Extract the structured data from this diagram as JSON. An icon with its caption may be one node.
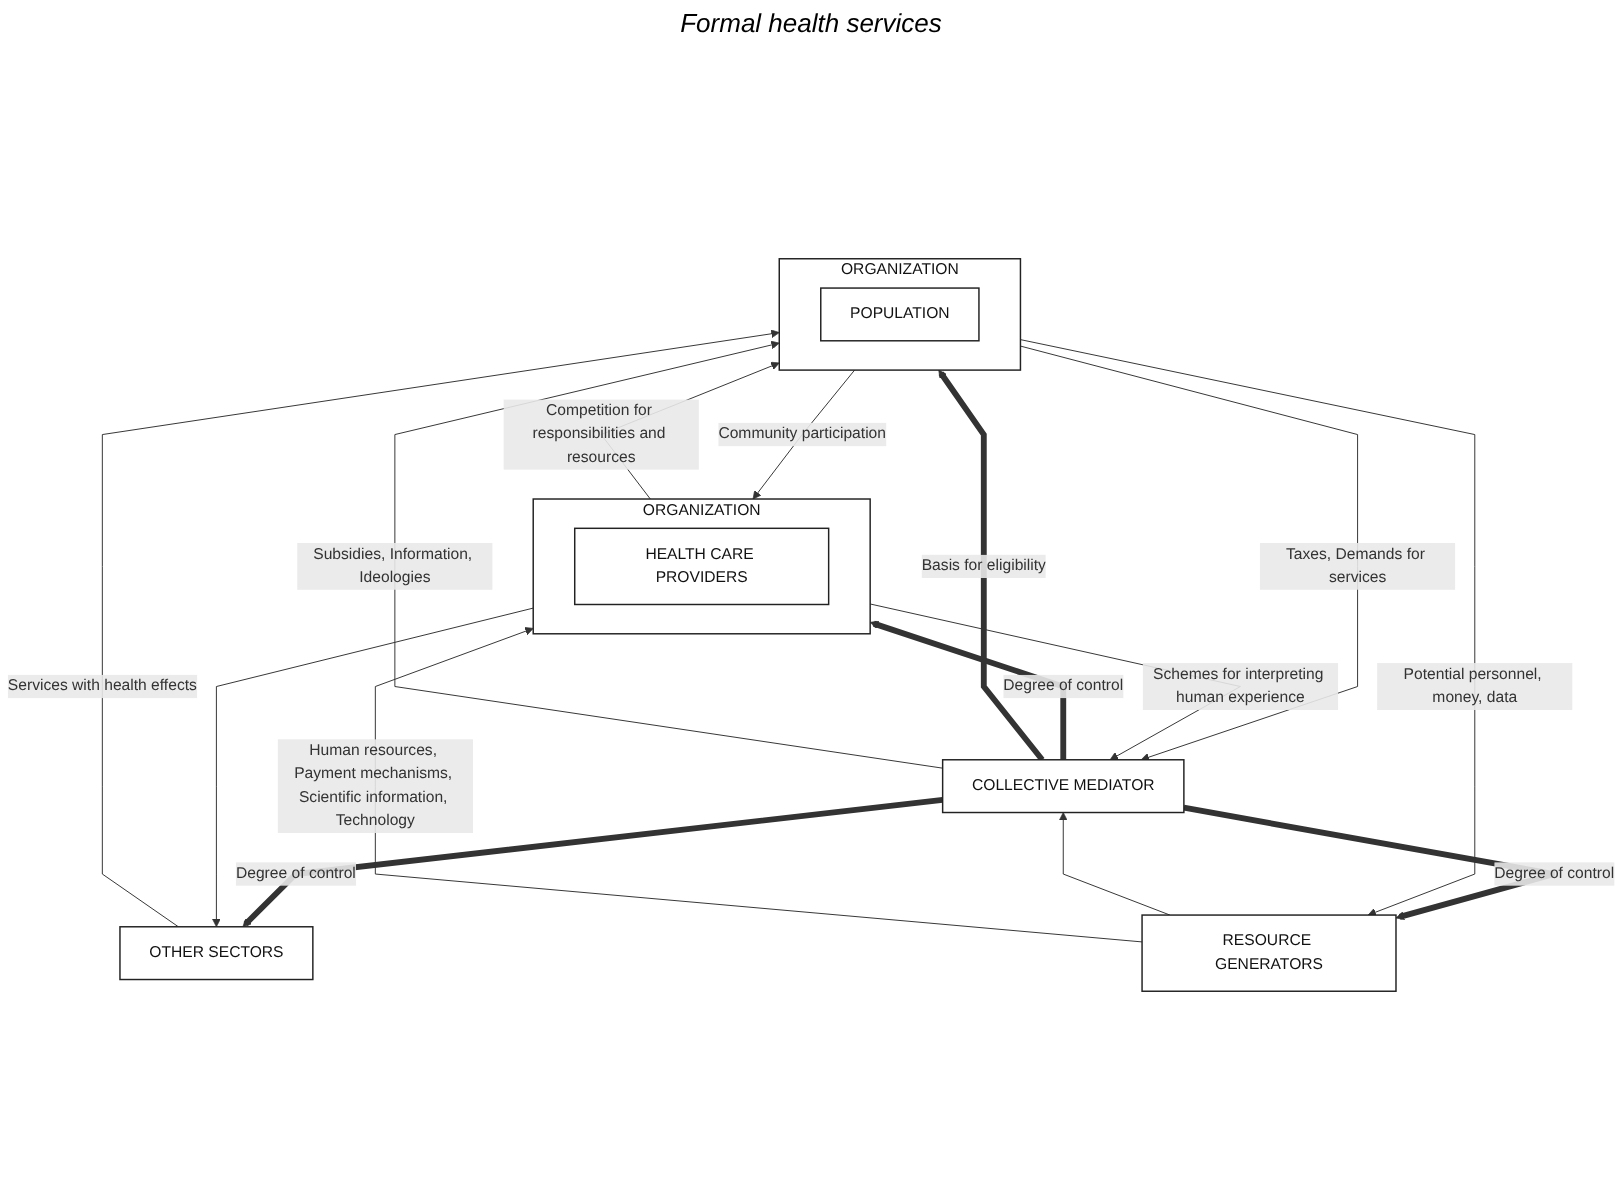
{
  "diagram": {
    "nodes": [
      {
        "text": [
          "ORGANIZATION"
        ]
      },
      {
        "text": [
          "HEALTH CARE PROVIDERS"
        ],
        "in": 0
      },
      {
        "text": [
          "OTHER SECTORS"
        ]
      },
      {
        "text": [
          "COLLECTIVE MEDIATOR"
        ]
      },
      {
        "text": [
          "ORGANIZATION"
        ]
      },
      {
        "text": [
          "POPULATION"
        ],
        "in": 4
      },
      {
        "text": [
          "RESOURCE GENERATORS"
        ]
      }
    ],
    "edges": [
      {
        "from": 4,
        "to": 0,
        "arrow": "to",
        "label": "Community participation"
      },
      {
        "from": 0,
        "to": 4,
        "arrow": "to",
        "label": "Competition for responsibilities and resources"
      },
      {
        "from": 0,
        "to": 2,
        "arrow": "to"
      },
      {
        "from": 2,
        "to": 4,
        "arrow": "to",
        "label": "Services with health effects"
      },
      {
        "from": 4,
        "to": 3,
        "arrow": "to",
        "label": "Taxes, Demands for services"
      },
      {
        "from": 3,
        "to": 2,
        "arrow": "to",
        "style": "thick",
        "label": "Degree of control"
      },
      {
        "from": 3,
        "to": 0,
        "arrow": "to",
        "style": "thick",
        "label": "Degree of control"
      },
      {
        "from": 3,
        "to": 4,
        "arrow": "to",
        "style": "thick",
        "label": "Basis for eligibility"
      },
      {
        "from": 3,
        "to": 6,
        "arrow": "to",
        "style": "thick",
        "label": "Degree of control"
      },
      {
        "from": 0,
        "to": 3,
        "arrow": "to",
        "label": "Schemes for interpreting human experience"
      },
      {
        "from": 6,
        "to": 3,
        "arrow": "to"
      },
      {
        "from": 3,
        "to": 4,
        "arrow": "to",
        "label": "Subsidies, Information, Ideologies"
      },
      {
        "from": 6,
        "to": 0,
        "arrow": "to",
        "label": "Human resources, Payment mechanisms, Scientific information, Technology"
      },
      {
        "from": 4,
        "to": 6,
        "arrow": "to",
        "label": "Potential personnel, money, data"
      }
    ],
    "labels": [
      "Formal health services"
    ]
  }
}
